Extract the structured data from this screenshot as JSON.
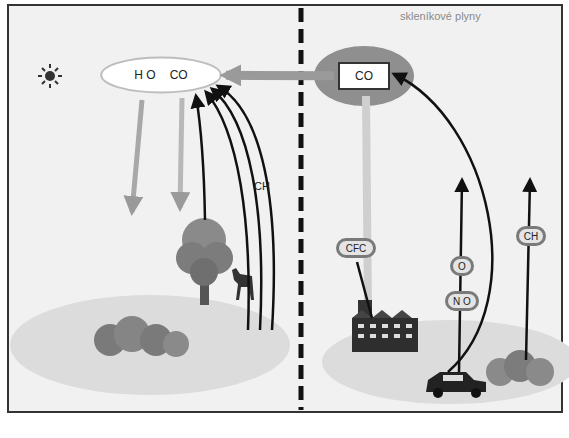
{
  "diagram": {
    "nodes": [
      {
        "text": [
          "H O",
          "CO"
        ]
      },
      {
        "text": [
          "CO"
        ]
      },
      {
        "text": [
          "CFC"
        ]
      },
      {
        "text": [
          "O"
        ]
      },
      {
        "text": [
          "N O"
        ]
      },
      {
        "text": [
          "CH"
        ]
      }
    ],
    "edges": [
      {
        "from": 1,
        "to": 0,
        "arrow": "to"
      }
    ],
    "labels": [
      "skleníkové plyny",
      "CH"
    ]
  }
}
